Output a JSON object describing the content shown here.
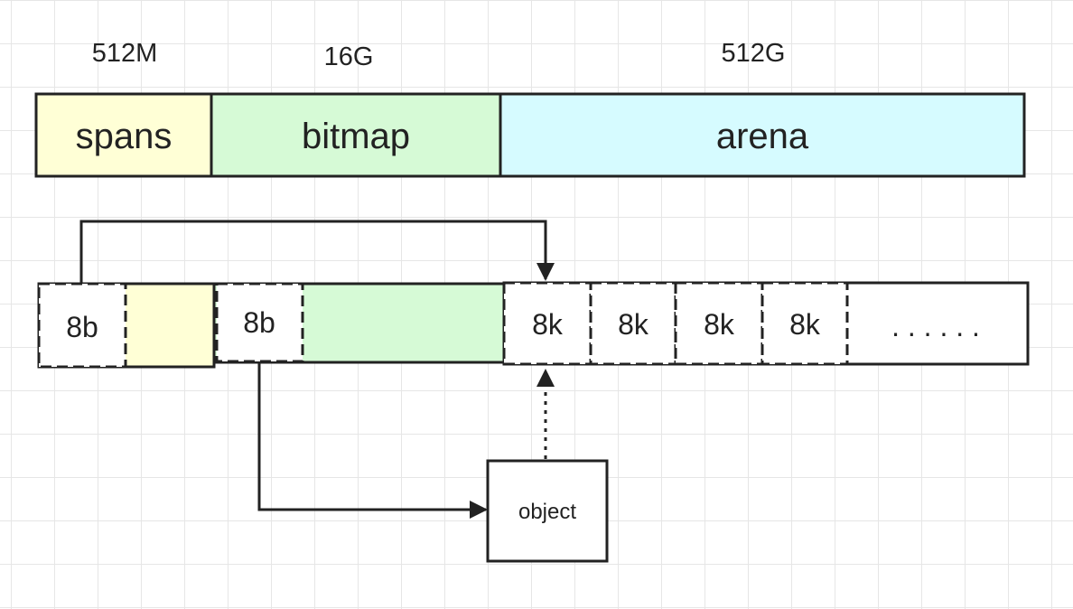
{
  "top_sizes": {
    "spans": "512M",
    "bitmap": "16G",
    "arena": "512G"
  },
  "top_segments": {
    "spans": "spans",
    "bitmap": "bitmap",
    "arena": "arena"
  },
  "bottom_row": {
    "spans_cell": "8b",
    "bitmap_cell": "8b",
    "page_1": "8k",
    "page_2": "8k",
    "page_3": "8k",
    "page_4": "8k",
    "ellipsis": ". . . . . ."
  },
  "object_box": {
    "label": "object"
  },
  "colors": {
    "spans": "#ffffd6",
    "bitmap": "#d6fad6",
    "arena": "#d6fbff",
    "border": "#222222"
  }
}
